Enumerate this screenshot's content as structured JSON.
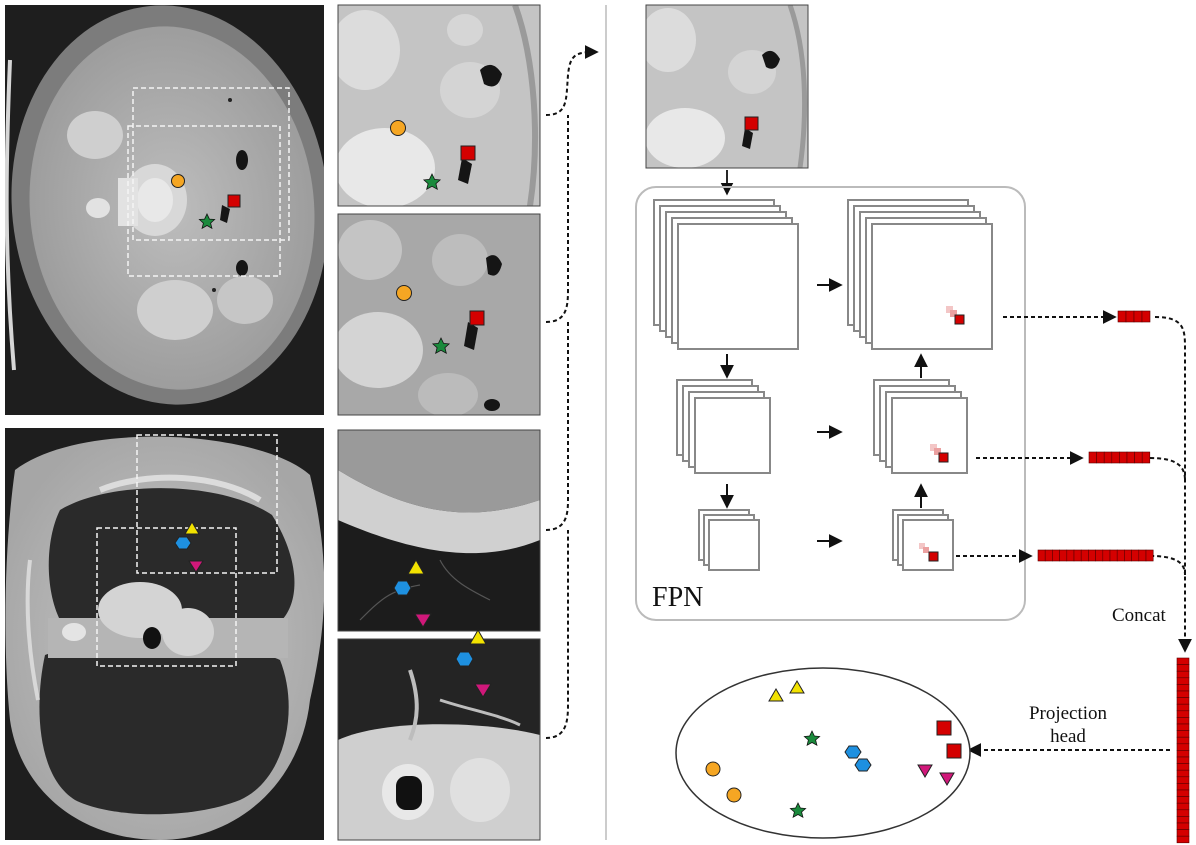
{
  "labels": {
    "fpn": "FPN",
    "concat": "Concat",
    "projection_line1": "Projection",
    "projection_line2": "head"
  },
  "colors": {
    "orange": "#f5a623",
    "red": "#d40000",
    "green": "#1a8a3c",
    "yellow": "#f2e200",
    "blue": "#1e90e0",
    "magenta": "#d0187a",
    "feature_bar": "#d40000",
    "frame_gray": "#888888",
    "fpn_border": "#bbbbbb"
  },
  "icons": {
    "orange": "circle-marker-icon",
    "red": "square-marker-icon",
    "green": "star-marker-icon",
    "yellow": "triangle-up-marker-icon",
    "blue": "hexagon-marker-icon",
    "magenta": "triangle-down-marker-icon"
  },
  "feature_vectors": {
    "level1_cells": 4,
    "level2_cells": 8,
    "level3_cells": 16,
    "concat_cells": 28
  }
}
